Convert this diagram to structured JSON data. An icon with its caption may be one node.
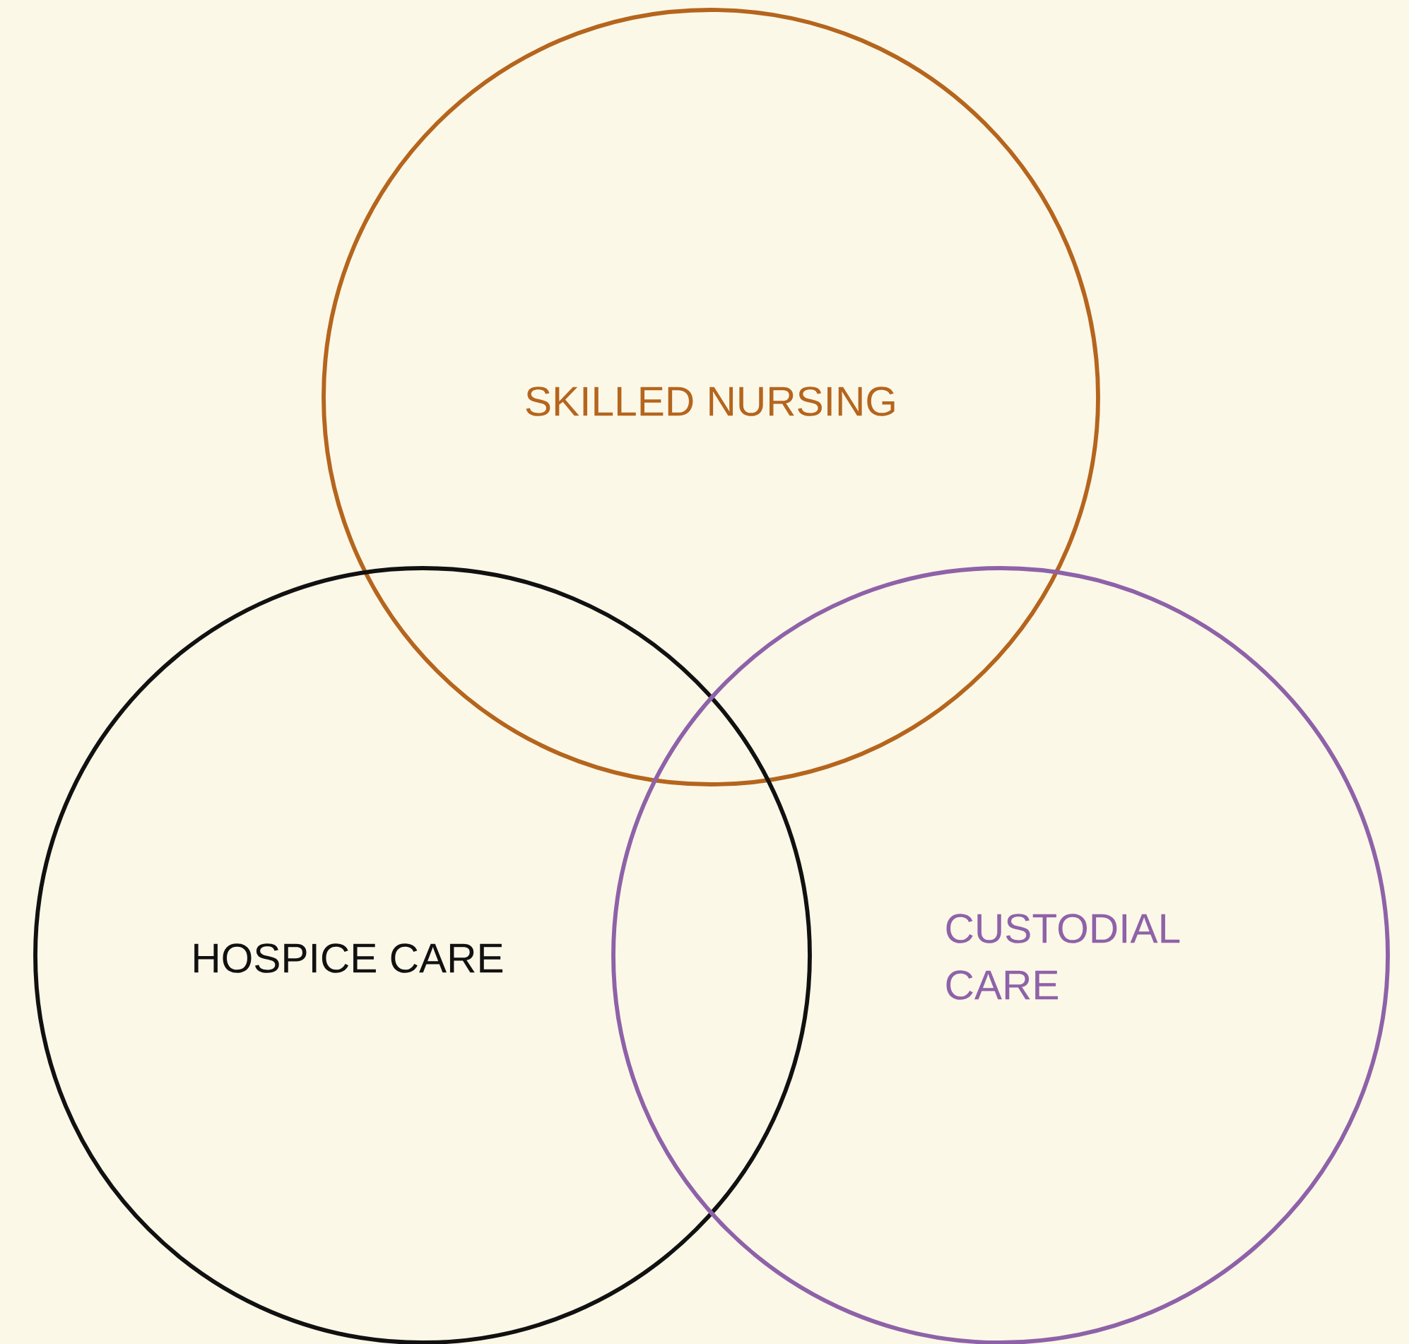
{
  "diagram": {
    "nodes": [
      {
        "text": [
          "SKILLED NURSING"
        ]
      },
      {
        "text": [
          "HOSPICE CARE"
        ]
      },
      {
        "text": [
          "CUSTODIAL CARE"
        ]
      }
    ]
  }
}
